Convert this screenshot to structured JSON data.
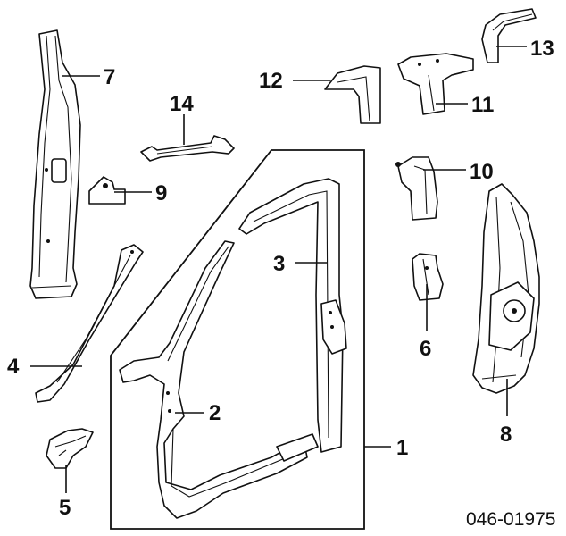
{
  "diagram": {
    "reference_code": "046-01975",
    "callouts": [
      {
        "id": "1",
        "label": "1"
      },
      {
        "id": "2",
        "label": "2"
      },
      {
        "id": "3",
        "label": "3"
      },
      {
        "id": "4",
        "label": "4"
      },
      {
        "id": "5",
        "label": "5"
      },
      {
        "id": "6",
        "label": "6"
      },
      {
        "id": "7",
        "label": "7"
      },
      {
        "id": "8",
        "label": "8"
      },
      {
        "id": "9",
        "label": "9"
      },
      {
        "id": "10",
        "label": "10"
      },
      {
        "id": "11",
        "label": "11"
      },
      {
        "id": "12",
        "label": "12"
      },
      {
        "id": "13",
        "label": "13"
      },
      {
        "id": "14",
        "label": "14"
      }
    ]
  }
}
